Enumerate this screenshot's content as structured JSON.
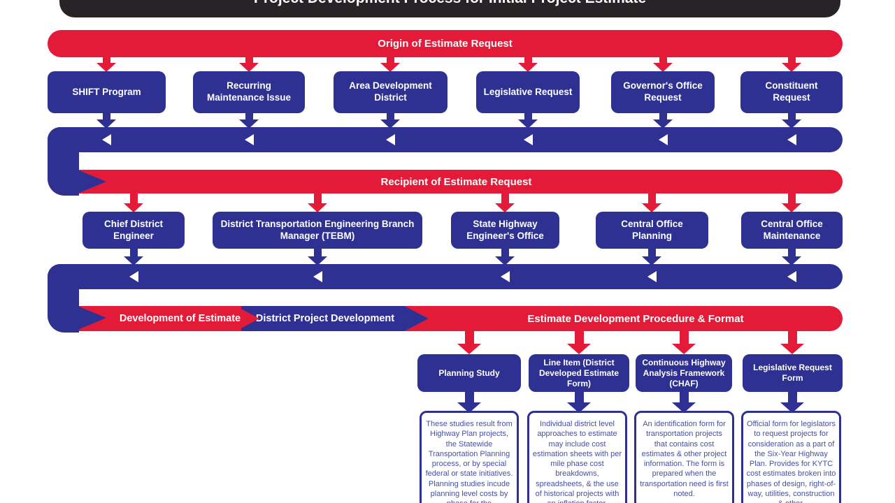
{
  "colors": {
    "red": "#E41B38",
    "blue": "#2E3192",
    "banner_dark": "#272327",
    "description_text": "#4450A5"
  },
  "title": "Project Development Process for Initial Project Estimate",
  "origin": {
    "banner": "Origin of Estimate Request",
    "sources": [
      "SHIFT Program",
      "Recurring Maintenance Issue",
      "Area Development District",
      "Legislative Request",
      "Governor's Office Request",
      "Constituent Request"
    ]
  },
  "recipient": {
    "banner": "Recipient of Estimate Request",
    "recipients": [
      "Chief District Engineer",
      "District Transportation Engineering Branch Manager (TEBM)",
      "State Highway Engineer's Office",
      "Central Office Planning",
      "Central Office Maintenance"
    ]
  },
  "development": {
    "stage1": "Development of Estimate",
    "stage2": "District Project Development",
    "banner": "Estimate Development Procedure & Format",
    "formats": [
      {
        "label": "Planning Study",
        "description": "These studies result from Highway Plan projects, the Statewide Transportation Planning process, or by special federal or state initiatives. Planning studies incude planning level costs by phase for the"
      },
      {
        "label": "Line Item (District Developed Estimate Form)",
        "description": "Individual district level approaches to estimate may include cost estimation sheets with per mile phase cost breakdowns, spreadsheets, & the use of historical projects with an inflation factor."
      },
      {
        "label": "Continuous Highway Analysis Framework (CHAF)",
        "description": "An identification form for transportation projects that contains cost estimates & other project information. The form is prepared when the transportation need is first noted."
      },
      {
        "label": "Legislative Request Form",
        "description": "Official form for legislators to request projects for consideration as a part of the Six-Year Highway Plan. Provides for KYTC cost estimates broken into phases of design, right-of-way, utilities, construction & other."
      }
    ]
  }
}
